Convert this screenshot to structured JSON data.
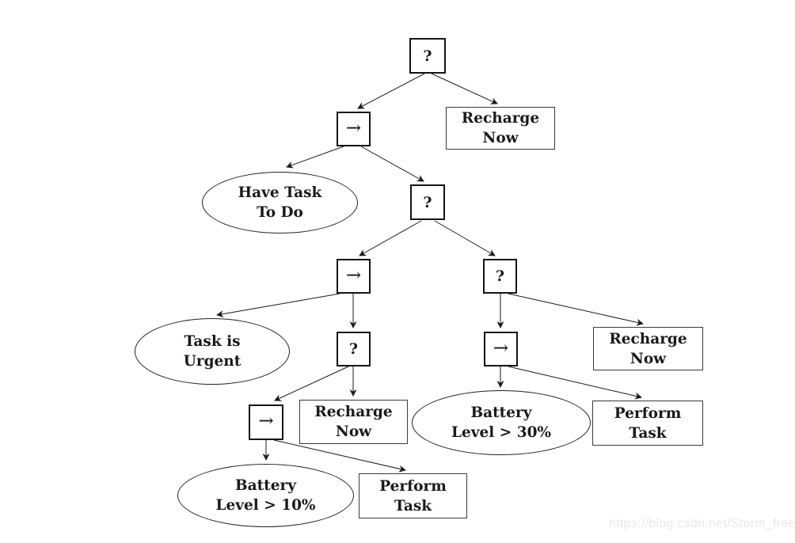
{
  "diagram": {
    "type": "behavior-tree",
    "nodes": {
      "selector_root": "?",
      "sequence_1": "→",
      "recharge_1": {
        "line1": "Recharge",
        "line2": "Now"
      },
      "have_task": {
        "line1": "Have Task",
        "line2": "To Do"
      },
      "selector_2": "?",
      "sequence_2": "→",
      "selector_3": "?",
      "task_urgent": {
        "line1": "Task is",
        "line2": "Urgent"
      },
      "selector_4": "?",
      "sequence_3": "→",
      "recharge_2": {
        "line1": "Recharge",
        "line2": "Now"
      },
      "sequence_4": "→",
      "recharge_3": {
        "line1": "Recharge",
        "line2": "Now"
      },
      "battery_30": {
        "line1": "Battery",
        "line2": "Level > 30%"
      },
      "perform_1": {
        "line1": "Perform",
        "line2": "Task"
      },
      "battery_10": {
        "line1": "Battery",
        "line2": "Level > 10%"
      },
      "perform_2": {
        "line1": "Perform",
        "line2": "Task"
      }
    },
    "edges": [
      {
        "from": "selector_root",
        "to": "sequence_1"
      },
      {
        "from": "selector_root",
        "to": "recharge_1"
      },
      {
        "from": "sequence_1",
        "to": "have_task"
      },
      {
        "from": "sequence_1",
        "to": "selector_2"
      },
      {
        "from": "selector_2",
        "to": "sequence_2"
      },
      {
        "from": "selector_2",
        "to": "selector_3"
      },
      {
        "from": "sequence_2",
        "to": "task_urgent"
      },
      {
        "from": "sequence_2",
        "to": "selector_4"
      },
      {
        "from": "selector_3",
        "to": "sequence_3"
      },
      {
        "from": "selector_3",
        "to": "recharge_2"
      },
      {
        "from": "selector_4",
        "to": "sequence_4"
      },
      {
        "from": "selector_4",
        "to": "recharge_3"
      },
      {
        "from": "sequence_3",
        "to": "battery_30"
      },
      {
        "from": "sequence_3",
        "to": "perform_1"
      },
      {
        "from": "sequence_4",
        "to": "battery_10"
      },
      {
        "from": "sequence_4",
        "to": "perform_2"
      }
    ]
  },
  "watermark": "https://blog.csdn.net/Storm_free",
  "colors": {
    "background": "#ffffff",
    "edge": "#1a1a1a",
    "control_border": "#141414",
    "leaf_border": "#3a3a3a",
    "condition_border": "#222222",
    "text": "#1a1a1a",
    "watermark": "#e8e8ec"
  }
}
